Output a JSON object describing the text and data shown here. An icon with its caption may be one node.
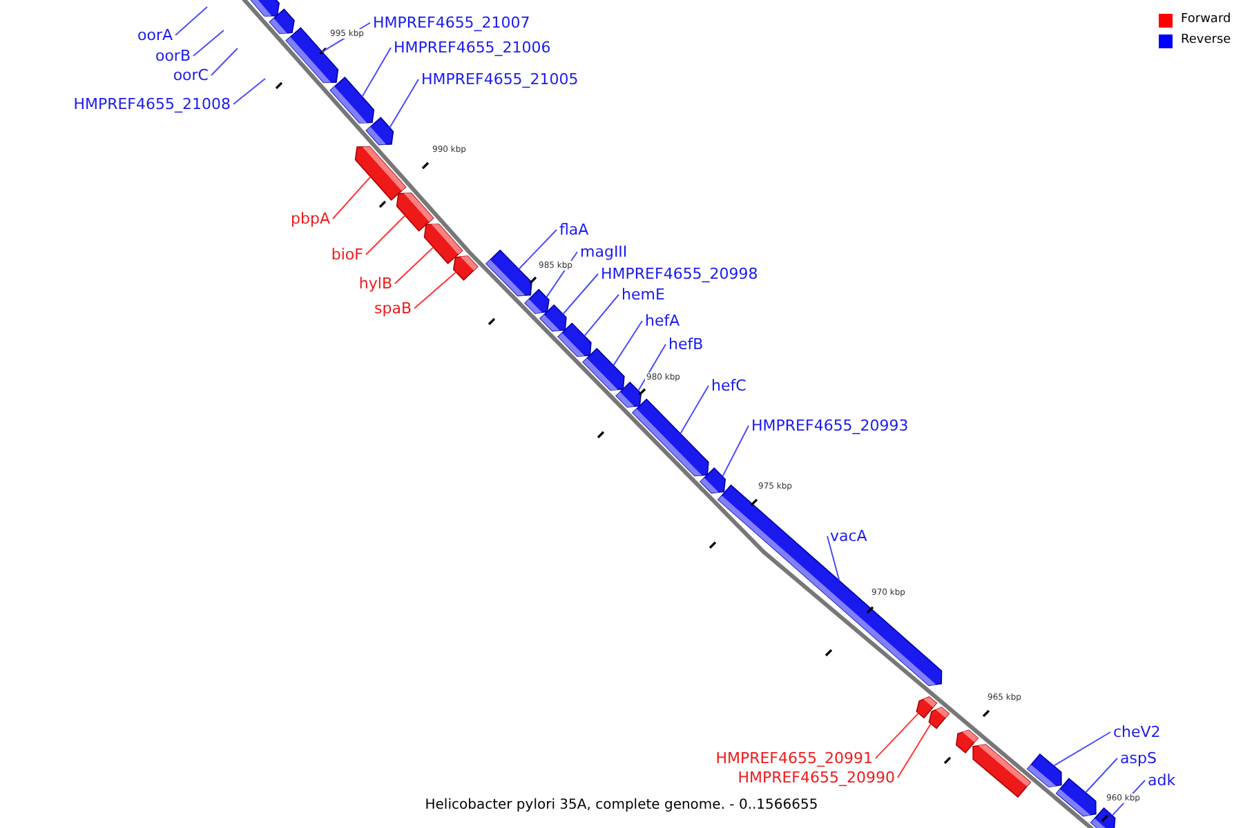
{
  "diagram": {
    "caption": "Helicobacter pylori 35A, complete genome. - 0..1566655",
    "nodes": [
      {
        "text": [],
        "shape": "arrow"
      },
      {
        "text": [],
        "shape": "arrow"
      },
      {
        "text": [],
        "shape": "arrow"
      },
      {
        "text": [],
        "shape": "arrow"
      },
      {
        "text": [],
        "shape": "arrow"
      },
      {
        "text": [],
        "shape": "arrow"
      },
      {
        "text": [],
        "shape": "arrow"
      },
      {
        "text": [],
        "shape": "arrow"
      },
      {
        "text": [],
        "shape": "arrow"
      },
      {
        "text": [],
        "shape": "arrow"
      },
      {
        "text": [],
        "shape": "arrow"
      },
      {
        "text": [],
        "shape": "arrow"
      },
      {
        "text": [],
        "shape": "arrow"
      },
      {
        "text": [],
        "shape": "arrow"
      },
      {
        "text": [],
        "shape": "arrow"
      },
      {
        "text": [],
        "shape": "arrow"
      },
      {
        "text": [],
        "shape": "arrow"
      },
      {
        "text": [],
        "shape": "arrow"
      },
      {
        "text": [],
        "shape": "arrow"
      },
      {
        "text": [],
        "shape": "arrow"
      },
      {
        "text": [],
        "shape": "arrow"
      },
      {
        "text": [],
        "shape": "arrow"
      },
      {
        "text": [],
        "shape": "arrow"
      },
      {
        "text": [],
        "shape": "arrow"
      },
      {
        "text": [],
        "shape": "arrow"
      },
      {
        "text": [
          "oorA"
        ]
      },
      {
        "text": [
          "oorB"
        ]
      },
      {
        "text": [
          "oorC"
        ]
      },
      {
        "text": [
          "HMPREF4655_21008"
        ]
      },
      {
        "text": [
          "HMPREF4655_21007"
        ]
      },
      {
        "text": [
          "HMPREF4655_21006"
        ]
      },
      {
        "text": [
          "HMPREF4655_21005"
        ]
      },
      {
        "text": [
          "pbpA"
        ]
      },
      {
        "text": [
          "bioF"
        ]
      },
      {
        "text": [
          "hylB"
        ]
      },
      {
        "text": [
          "spaB"
        ]
      },
      {
        "text": [
          "flaA"
        ]
      },
      {
        "text": [
          "magIII"
        ]
      },
      {
        "text": [
          "HMPREF4655_20998"
        ]
      },
      {
        "text": [
          "hemE"
        ]
      },
      {
        "text": [
          "hefA"
        ]
      },
      {
        "text": [
          "hefB"
        ]
      },
      {
        "text": [
          "hefC"
        ]
      },
      {
        "text": [
          "HMPREF4655_20993"
        ]
      },
      {
        "text": [
          "vacA"
        ]
      },
      {
        "text": [
          "HMPREF4655_20991"
        ]
      },
      {
        "text": [
          "HMPREF4655_20990"
        ]
      },
      {
        "text": [
          "cheV2"
        ]
      },
      {
        "text": [
          "aspS"
        ]
      },
      {
        "text": [
          "adk"
        ]
      }
    ],
    "edges": [
      {
        "from": 25,
        "to": null,
        "arrow": "none"
      },
      {
        "from": 26,
        "to": null,
        "arrow": "none"
      },
      {
        "from": 27,
        "to": null,
        "arrow": "none"
      },
      {
        "from": 28,
        "to": null,
        "arrow": "none"
      },
      {
        "from": 29,
        "to": 2,
        "arrow": "none"
      },
      {
        "from": 30,
        "to": 3,
        "arrow": "none"
      },
      {
        "from": 31,
        "to": 4,
        "arrow": "none"
      },
      {
        "from": 32,
        "to": 5,
        "arrow": "none",
        "color": "#ff3333"
      },
      {
        "from": 33,
        "to": 6,
        "arrow": "none",
        "color": "#ff3333"
      },
      {
        "from": 34,
        "to": 7,
        "arrow": "none",
        "color": "#ff3333"
      },
      {
        "from": 35,
        "to": 8,
        "arrow": "none",
        "color": "#ff3333"
      },
      {
        "from": 36,
        "to": 9,
        "arrow": "none"
      },
      {
        "from": 37,
        "to": 10,
        "arrow": "none"
      },
      {
        "from": 38,
        "to": 11,
        "arrow": "none"
      },
      {
        "from": 39,
        "to": 12,
        "arrow": "none"
      },
      {
        "from": 40,
        "to": 13,
        "arrow": "none"
      },
      {
        "from": 41,
        "to": 14,
        "arrow": "none"
      },
      {
        "from": 42,
        "to": 15,
        "arrow": "none"
      },
      {
        "from": 43,
        "to": 16,
        "arrow": "none"
      },
      {
        "from": 44,
        "to": 17,
        "arrow": "none"
      },
      {
        "from": 45,
        "to": 18,
        "arrow": "none",
        "color": "#ff3333"
      },
      {
        "from": 46,
        "to": 19,
        "arrow": "none",
        "color": "#ff3333"
      },
      {
        "from": 47,
        "to": 22,
        "arrow": "none"
      },
      {
        "from": 48,
        "to": 23,
        "arrow": "none"
      },
      {
        "from": 49,
        "to": 24,
        "arrow": "none"
      }
    ],
    "labels": [
      "995 kbp",
      "990 kbp",
      "985 kbp",
      "980 kbp",
      "975 kbp",
      "970 kbp",
      "965 kbp",
      "960 kbp"
    ],
    "legend": [
      {
        "text": "Forward",
        "color": "#ff0000"
      },
      {
        "text": "Reverse",
        "color": "#0000ff"
      }
    ]
  }
}
